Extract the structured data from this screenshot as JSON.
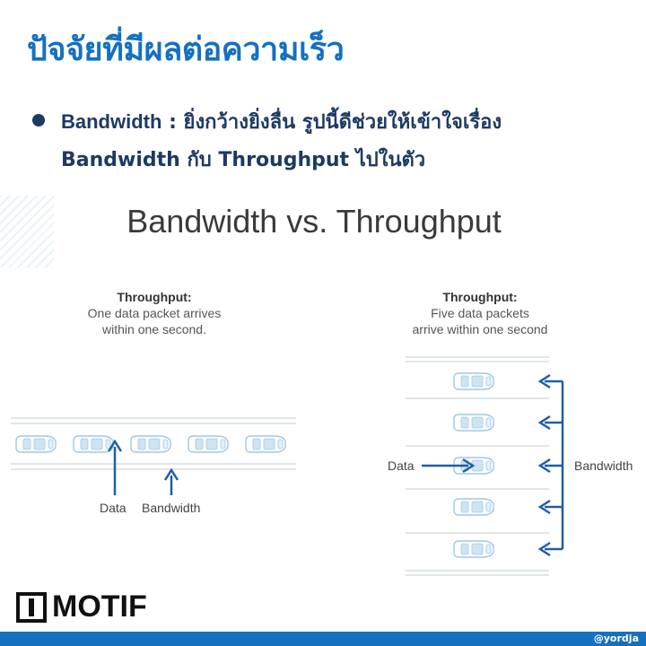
{
  "header": {
    "title": "ปัจจัยที่มีผลต่อความเร็ว",
    "bullet_term": "Bandwidth",
    "bullet_rest": " : ยิ่งกว้างยิ่งลื่น รูปนี้ดีช่วยให้เข้าใจเรื่อง",
    "bullet_line2": "Bandwidth กับ Throughput ไปในตัว"
  },
  "figure": {
    "title": "Bandwidth vs. Throughput",
    "left": {
      "heading": "Throughput:",
      "line1": "One data packet arrives",
      "line2": "within one second.",
      "label_data": "Data",
      "label_bandwidth": "Bandwidth"
    },
    "right": {
      "heading": "Throughput:",
      "line1": "Five data packets",
      "line2": "arrive within one second",
      "label_data": "Data",
      "label_bandwidth": "Bandwidth"
    },
    "colors": {
      "arrow": "#1d5fa8",
      "car": "#b8d7ec",
      "road": "#cfd6dc"
    }
  },
  "brand": {
    "logo": "MOTIF",
    "handle": "@yordja",
    "accent": "#1570c0"
  }
}
